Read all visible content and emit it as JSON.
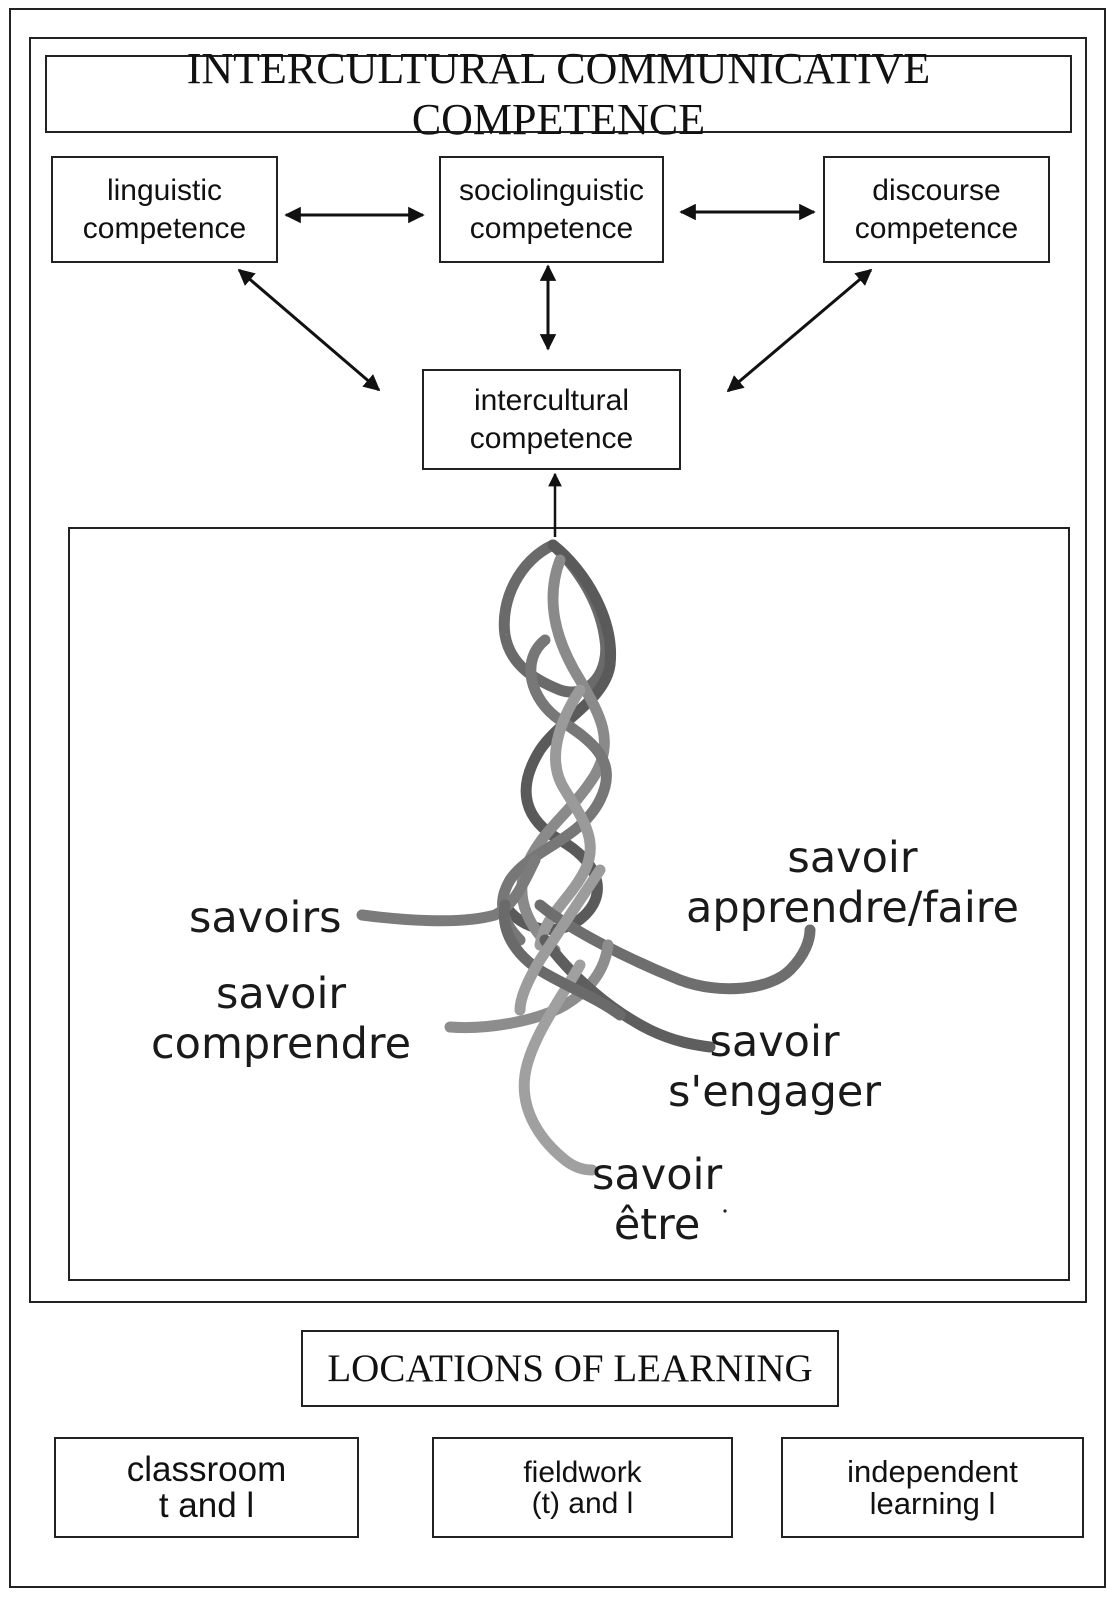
{
  "title": "INTERCULTURAL COMMUNICATIVE COMPETENCE",
  "competences": {
    "linguistic": [
      "linguistic",
      "competence"
    ],
    "sociolinguistic": [
      "sociolinguistic",
      "competence"
    ],
    "discourse": [
      "discourse",
      "competence"
    ],
    "intercultural": [
      "intercultural",
      "competence"
    ]
  },
  "savoirs": {
    "savoirs": [
      "savoirs"
    ],
    "apprendre": [
      "savoir",
      "apprendre/faire"
    ],
    "comprendre": [
      "savoir",
      "comprendre"
    ],
    "engager": [
      "savoir",
      "s'engager"
    ],
    "etre": [
      "savoir",
      "être"
    ]
  },
  "locations_title": "LOCATIONS OF LEARNING",
  "locations": {
    "classroom": [
      "classroom",
      "t and l"
    ],
    "fieldwork": [
      "fieldwork",
      "(t) and l"
    ],
    "independent": [
      "independent",
      "learning l"
    ]
  },
  "colors": {
    "ink": "#1a1a1a",
    "strand_dark": "#5a5a5a",
    "strand_mid": "#7a7a7a",
    "strand_light": "#a3a3a3"
  }
}
